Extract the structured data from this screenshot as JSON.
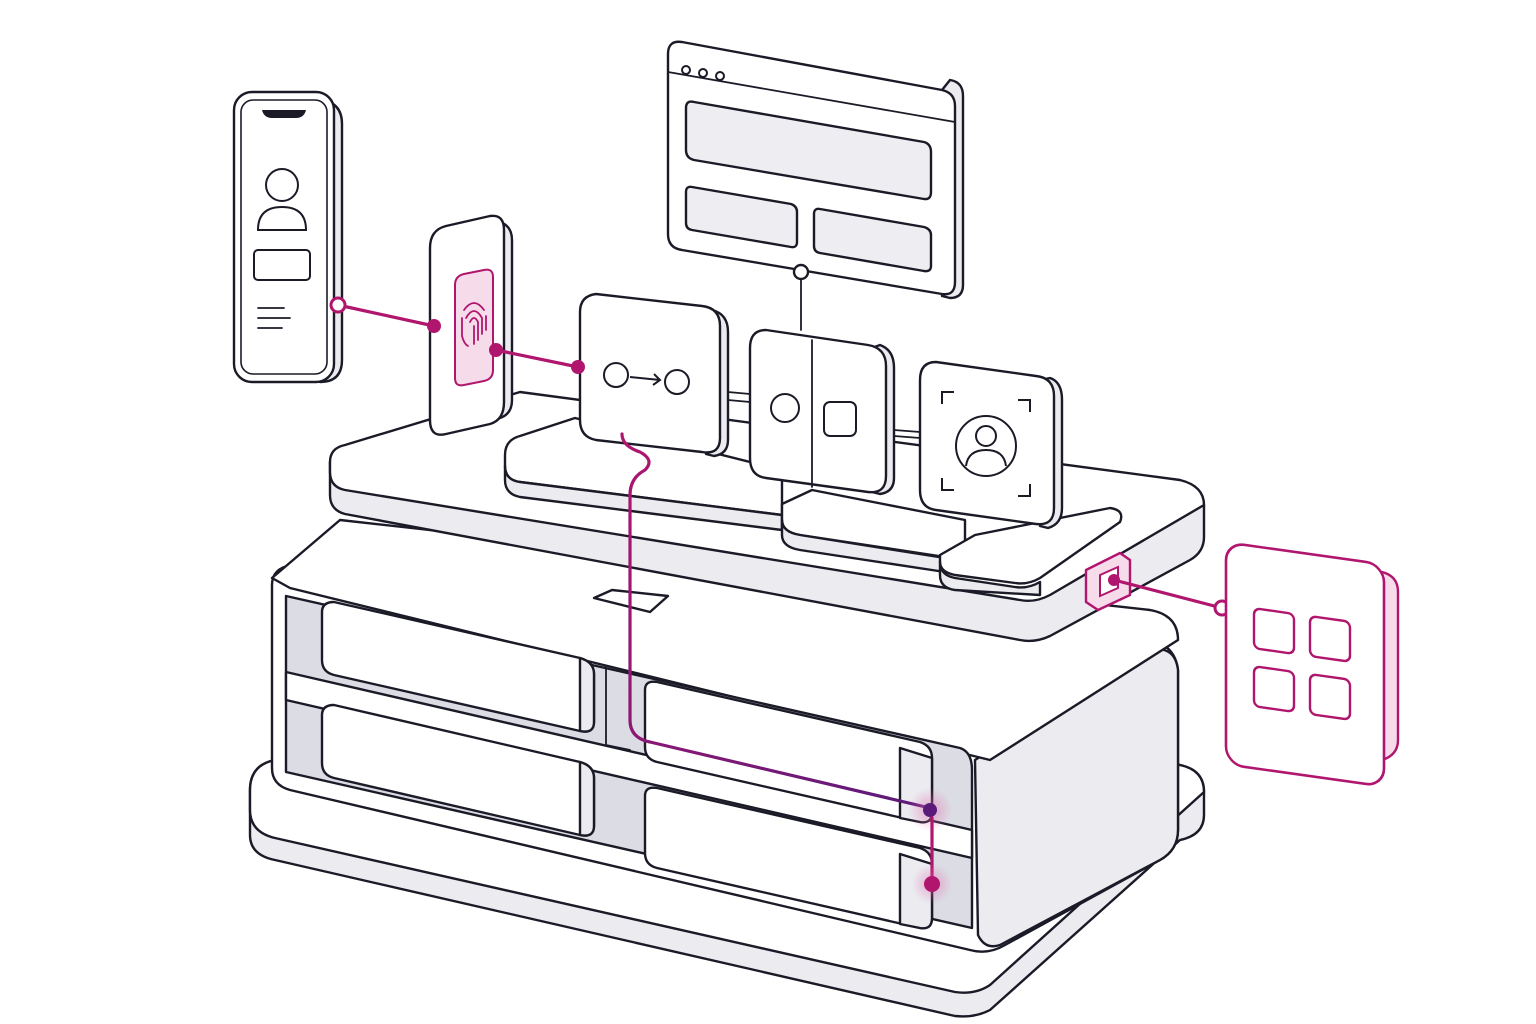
{
  "colors": {
    "accent": "#b0166e",
    "accent_light": "#f6dcea",
    "accent_purple": "#5a1a7a",
    "outline": "#1b1b28",
    "surface": "#ffffff",
    "shade": "#ebebf0"
  },
  "components": [
    {
      "name": "mobile-phone",
      "icon": "user-profile-icon"
    },
    {
      "name": "fingerprint-scanner",
      "icon": "fingerprint-icon"
    },
    {
      "name": "flow-module",
      "icon": "arrow-flow-icon"
    },
    {
      "name": "split-module",
      "icon": "circle-square-icon"
    },
    {
      "name": "face-recognition-module",
      "icon": "face-scan-icon"
    },
    {
      "name": "dashboard-window",
      "icon": "browser-window-icon"
    },
    {
      "name": "app-grid-module",
      "icon": "grid-icon"
    },
    {
      "name": "server-rack",
      "icon": "storage-drawers-icon"
    }
  ],
  "connections": [
    {
      "from": "mobile-phone",
      "to": "fingerprint-scanner",
      "style": "accent"
    },
    {
      "from": "fingerprint-scanner",
      "to": "flow-module",
      "style": "accent"
    },
    {
      "from": "flow-module",
      "to": "split-module",
      "style": "outline"
    },
    {
      "from": "split-module",
      "to": "face-recognition-module",
      "style": "outline"
    },
    {
      "from": "split-module",
      "to": "dashboard-window",
      "style": "outline"
    },
    {
      "from": "flow-module",
      "to": "server-rack",
      "style": "accent-gradient"
    },
    {
      "from": "platform-port",
      "to": "app-grid-module",
      "style": "accent"
    }
  ]
}
